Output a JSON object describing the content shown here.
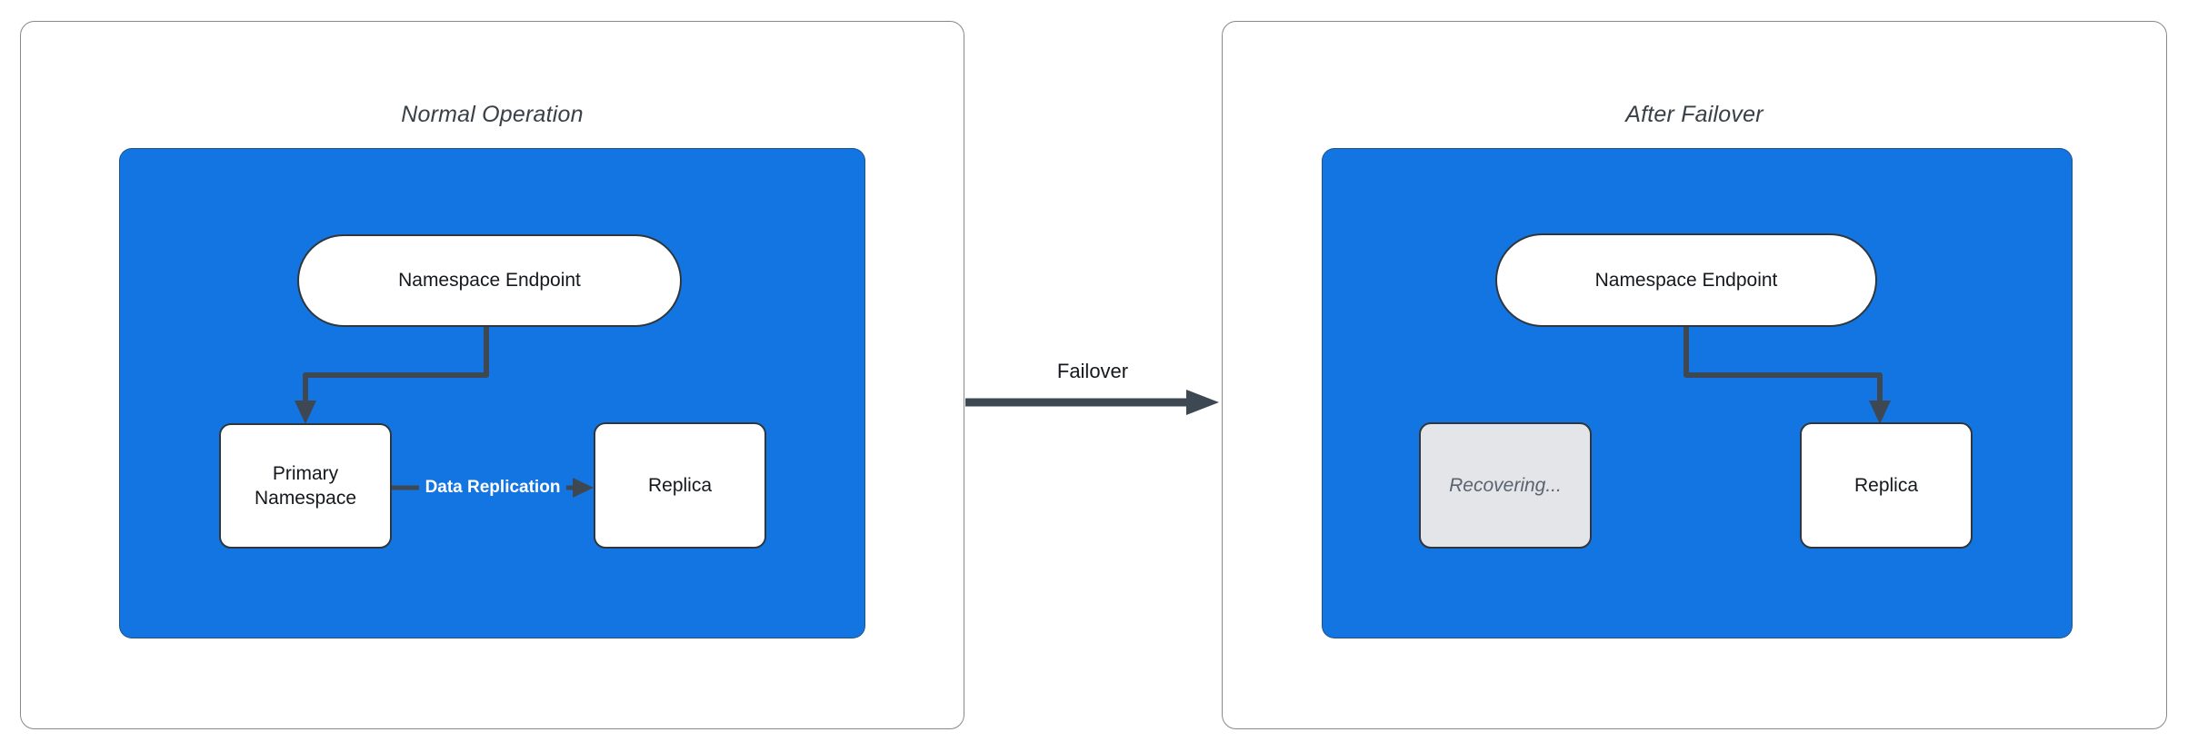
{
  "colors": {
    "canvas_bg": "#ffffff",
    "panel_border": "#85898e",
    "cluster_blue": "#1375e2",
    "node_border": "#2f363d",
    "node_text": "#15181c",
    "connector": "#3e4852",
    "recovering_bg": "#e3e5e8",
    "recovering_text": "#5a6370",
    "edge_label_light": "#ffffff",
    "title_text": "#3a4047"
  },
  "panels": {
    "normal": {
      "title": "Normal Operation",
      "nodes": {
        "endpoint": {
          "label": "Namespace Endpoint"
        },
        "primary": {
          "label": "Primary Namespace"
        },
        "replica": {
          "label": "Replica"
        }
      },
      "edges": {
        "endpoint_to_primary": "Namespace Endpoint -> Primary Namespace",
        "replication_label": "Data Replication"
      }
    },
    "failover": {
      "title": "After Failover",
      "nodes": {
        "endpoint": {
          "label": "Namespace Endpoint"
        },
        "recovering": {
          "label": "Recovering..."
        },
        "replica": {
          "label": "Replica"
        }
      },
      "edges": {
        "endpoint_to_replica": "Namespace Endpoint -> Replica"
      }
    }
  },
  "transition": {
    "label": "Failover"
  }
}
